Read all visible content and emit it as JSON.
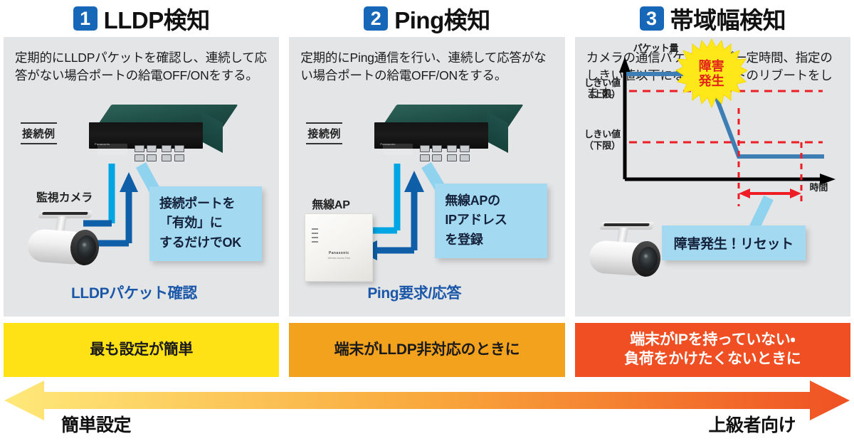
{
  "panels": [
    {
      "number": "1",
      "title": "LLDP検知",
      "description": "定期的にLLDPパケットを確認し、連続して応答がない場合ポートの給電OFF/ONをする。",
      "example_label": "接続例",
      "device_label": "監視カメラ",
      "callout": "接続ポートを\n「有効」に\nするだけでOK",
      "flow_caption": "LLDPパケット確認",
      "footer": "最も設定が簡単",
      "footer_color": "#ffe216",
      "footer_text_color": "#1a1a1a"
    },
    {
      "number": "2",
      "title": "Ping検知",
      "description": "定期的にPing通信を行い、連続して応答がない場合ポートの給電OFF/ONをする。",
      "example_label": "接続例",
      "device_label": "無線AP",
      "callout": "無線APの\nIPアドレス\nを登録",
      "flow_caption": "Ping要求/応答",
      "footer": "端末がLLDP非対応のときに",
      "footer_color": "#f2a21c",
      "footer_text_color": "#1a1a1a"
    },
    {
      "number": "3",
      "title": "帯域幅検知",
      "description": "カメラの通信パケット量が一定時間、指定のしきい値以下になるとポートのリブートをします。",
      "callout": "障害発生！リセット",
      "footer": "端末がIPを持っていない・\n負荷をかけたくないときに",
      "footer_color": "#f04e23",
      "footer_text_color": "#ffffff"
    }
  ],
  "chart_data": {
    "type": "line",
    "title": "",
    "ylabel": "パケット量",
    "xlabel": "時間",
    "burst_label": "障害\n発生",
    "axis_color": "#000000",
    "series_color": "#3d7fb5",
    "threshold_color": "#ee1c25",
    "thresholds": [
      {
        "label": "しきい値\n（上限）",
        "value": 78
      },
      {
        "label": "しきい値\n（下限）",
        "value": 33
      }
    ],
    "x": [
      0,
      42,
      60,
      100
    ],
    "values": [
      92,
      92,
      22,
      22
    ],
    "ylim": [
      0,
      100
    ],
    "xlim": [
      0,
      100
    ],
    "grid": false,
    "duration_marker": {
      "from": 60,
      "to": 88
    }
  },
  "bottom_scale": {
    "left_label": "簡単設定",
    "right_label": "上級者向け",
    "gradient_from": "#ffe97a",
    "gradient_to": "#ef5123"
  }
}
